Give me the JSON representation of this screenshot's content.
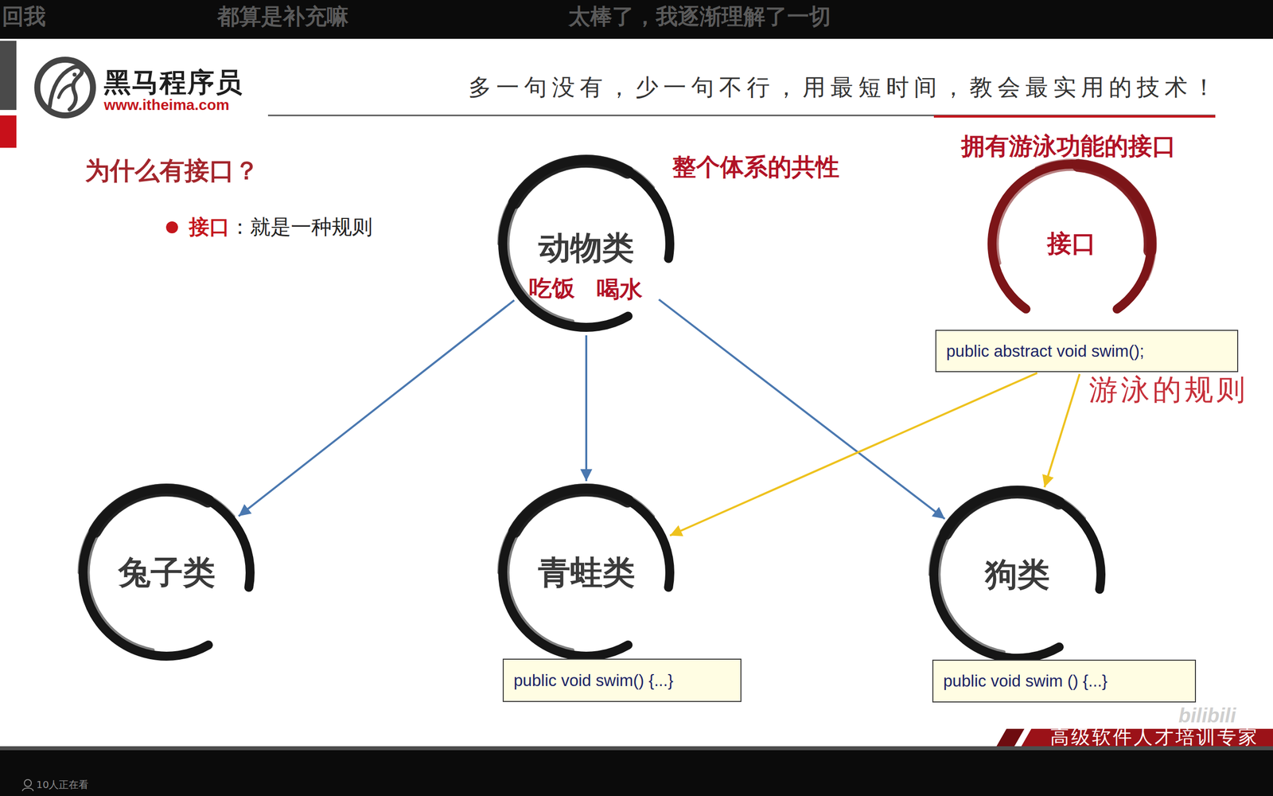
{
  "diagram": {
    "title": "为什么有接口？",
    "nodes": [
      {
        "text": [
          "动物类",
          "吃饭",
          "喝水"
        ]
      },
      {
        "text": [
          "拥有游泳功能的接口",
          "接口"
        ]
      },
      {
        "text": [
          "public abstract void swim();"
        ]
      },
      {
        "text": [
          "兔子类"
        ]
      },
      {
        "text": [
          "青蛙类"
        ]
      },
      {
        "text": [
          "狗类"
        ]
      },
      {
        "text": [
          "public void swim() {...}"
        ]
      },
      {
        "text": [
          "public void swim () {...}"
        ]
      }
    ],
    "edges": [
      {
        "from": 0,
        "to": 3,
        "arrow": "to"
      },
      {
        "from": 0,
        "to": 4,
        "arrow": "to"
      },
      {
        "from": 0,
        "to": 5,
        "arrow": "to"
      },
      {
        "from": 2,
        "to": 4,
        "arrow": "to"
      },
      {
        "from": 2,
        "to": 5,
        "arrow": "to"
      }
    ],
    "labels": [
      "回我",
      "都算是补充嘛",
      "太棒了，我逐渐理解了一切",
      "黑马程序员",
      "www.itheima.com",
      "多一句没有，少一句不行，用最短时间，教会最实用的技术！",
      "接口",
      "：就是一种规则",
      "整个体系的共性",
      "游泳的规则",
      "高级软件人才培训专家",
      "bilibili",
      "10人正在看"
    ]
  }
}
